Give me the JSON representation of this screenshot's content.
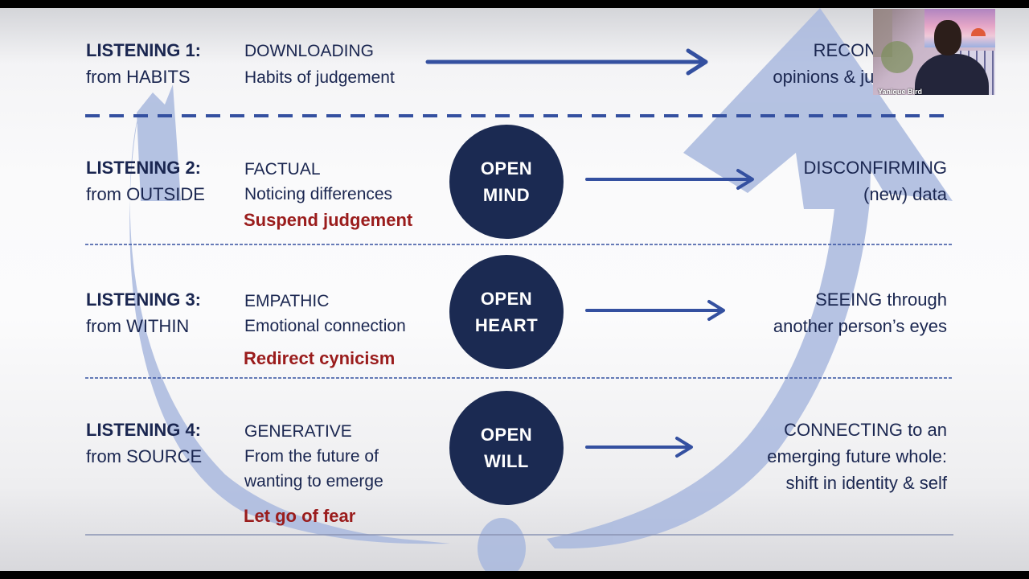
{
  "video_overlay": {
    "participant_name": "Yanique Bird"
  },
  "slide": {
    "rows": [
      {
        "level_title": "LISTENING 1:",
        "level_source": "from HABITS",
        "mode": "DOWNLOADING",
        "description": [
          "Habits of judgement"
        ],
        "action": "",
        "circle": [],
        "outcome": [
          "RECONFIRMING",
          "opinions & judgements"
        ]
      },
      {
        "level_title": "LISTENING 2:",
        "level_source": "from OUTSIDE",
        "mode": "FACTUAL",
        "description": [
          "Noticing differences"
        ],
        "action": "Suspend judgement",
        "circle": [
          "OPEN",
          "MIND"
        ],
        "outcome": [
          "DISCONFIRMING",
          "(new) data"
        ]
      },
      {
        "level_title": "LISTENING 3:",
        "level_source": "from WITHIN",
        "mode": "EMPATHIC",
        "description": [
          "Emotional connection"
        ],
        "action": "Redirect cynicism",
        "circle": [
          "OPEN",
          "HEART"
        ],
        "outcome": [
          "SEEING through",
          "another person’s eyes"
        ]
      },
      {
        "level_title": "LISTENING 4:",
        "level_source": "from SOURCE",
        "mode": "GENERATIVE",
        "description": [
          "From the future of",
          "wanting to emerge"
        ],
        "action": "Let go of fear",
        "circle": [
          "OPEN",
          "WILL"
        ],
        "outcome": [
          "CONNECTING to an",
          "emerging future whole:",
          "shift in identity & self"
        ]
      }
    ],
    "colors": {
      "text_navy": "#1a2650",
      "action_red": "#9a1c1c",
      "circle_fill": "#1b2a52",
      "arrow_blue": "#3450a0",
      "brush_blue": "#a9b9de"
    }
  }
}
